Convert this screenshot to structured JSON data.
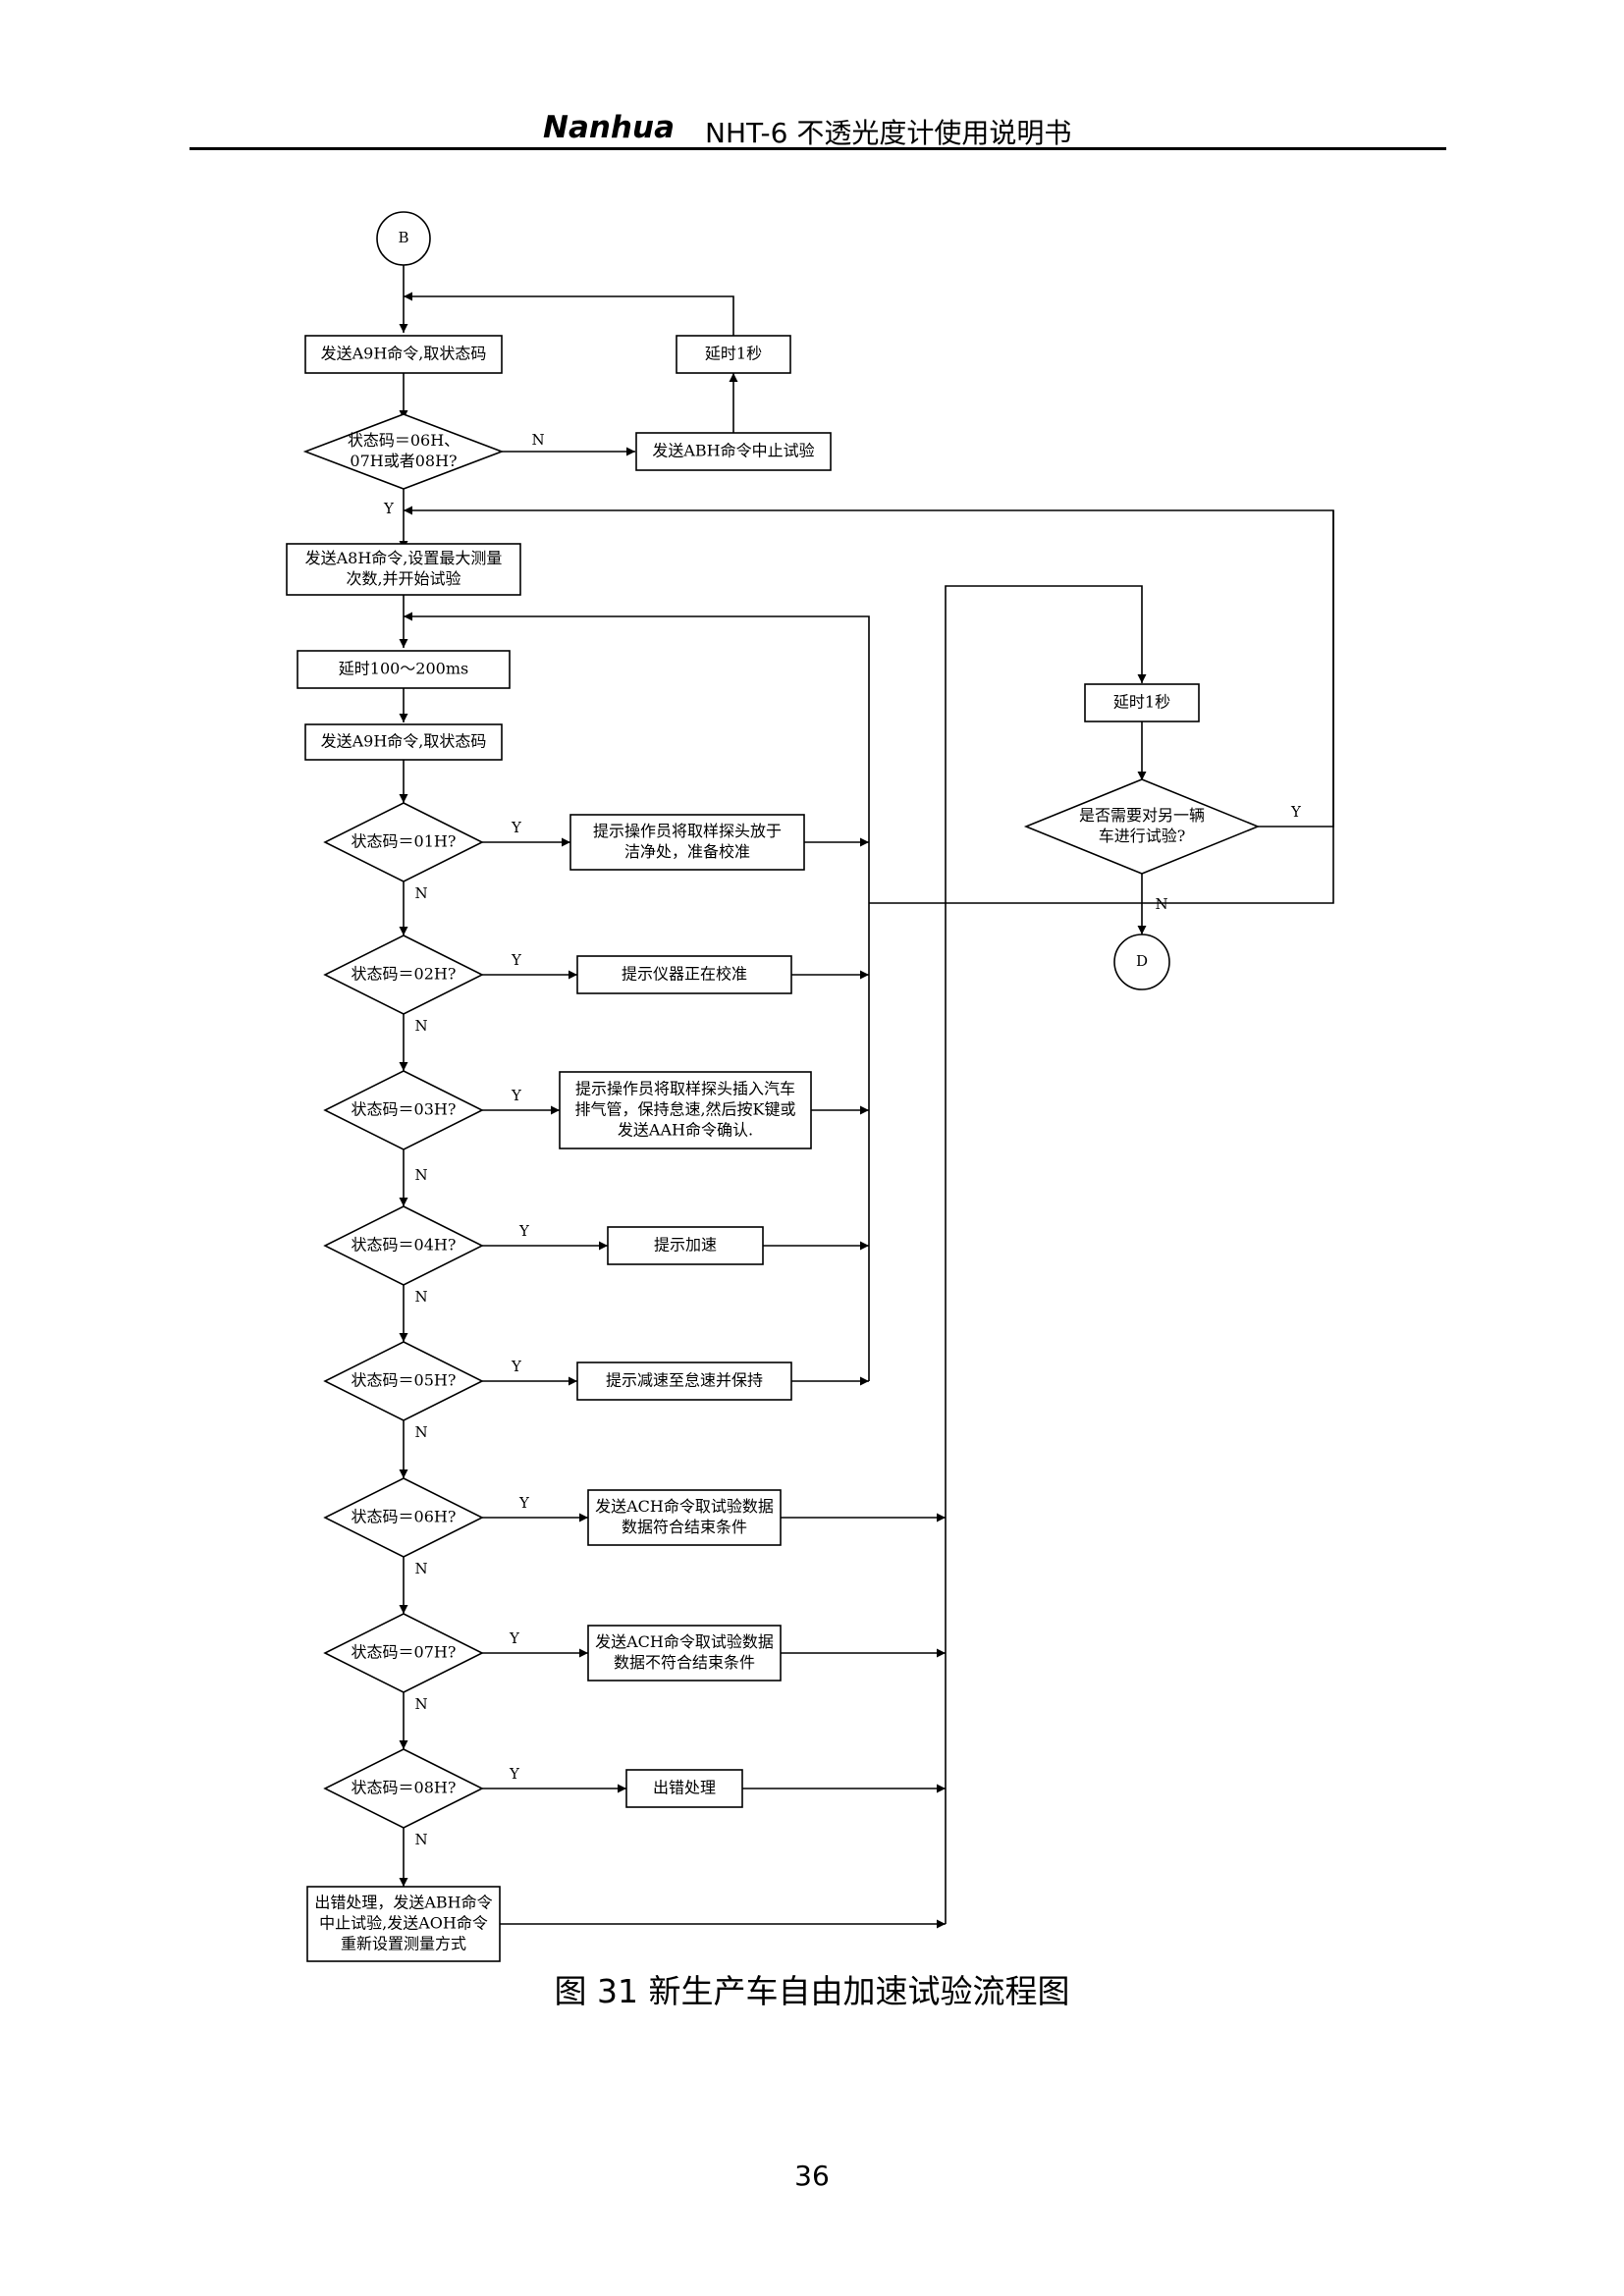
{
  "header": {
    "logo": "Nanhua",
    "title": "NHT-6  不透光度计使用说明书"
  },
  "nodes": {
    "conn_b": "B",
    "a9_1": "发送A9H命令,取状态码",
    "delay1_top": "延时1秒",
    "d_0678": [
      "状态码＝06H、",
      "07H或者08H?"
    ],
    "abh_stop": "发送ABH命令中止试验",
    "a8": [
      "发送A8H命令,设置最大测量",
      "次数,并开始试验"
    ],
    "delay_ms": "延时100～200ms",
    "a9_2": "发送A9H命令,取状态码",
    "d01": "状态码＝01H?",
    "p01": [
      "提示操作员将取样探头放于",
      "洁净处，准备校准"
    ],
    "d02": "状态码＝02H?",
    "p02": "提示仪器正在校准",
    "d03": "状态码＝03H?",
    "p03": [
      "提示操作员将取样探头插入汽车",
      "排气管，保持怠速,然后按K键或",
      "发送AAH命令确认."
    ],
    "d04": "状态码＝04H?",
    "p04": "提示加速",
    "d05": "状态码＝05H?",
    "p05": "提示减速至怠速并保持",
    "d06": "状态码＝06H?",
    "p06": [
      "发送ACH命令取试验数据",
      "数据符合结束条件"
    ],
    "d07": "状态码＝07H?",
    "p07": [
      "发送ACH命令取试验数据",
      "数据不符合结束条件"
    ],
    "d08": "状态码＝08H?",
    "p08": "出错处理",
    "err": [
      "出错处理，发送ABH命令",
      "中止试验,发送AOH命令",
      "重新设置测量方式"
    ],
    "delay1_right": "延时1秒",
    "d_again": [
      "是否需要对另一辆",
      "车进行试验?"
    ],
    "conn_d": "D"
  },
  "edge_labels": {
    "yes": "Y",
    "no": "N"
  },
  "caption": "图 31  新生产车自由加速试验流程图",
  "page_number": "36"
}
